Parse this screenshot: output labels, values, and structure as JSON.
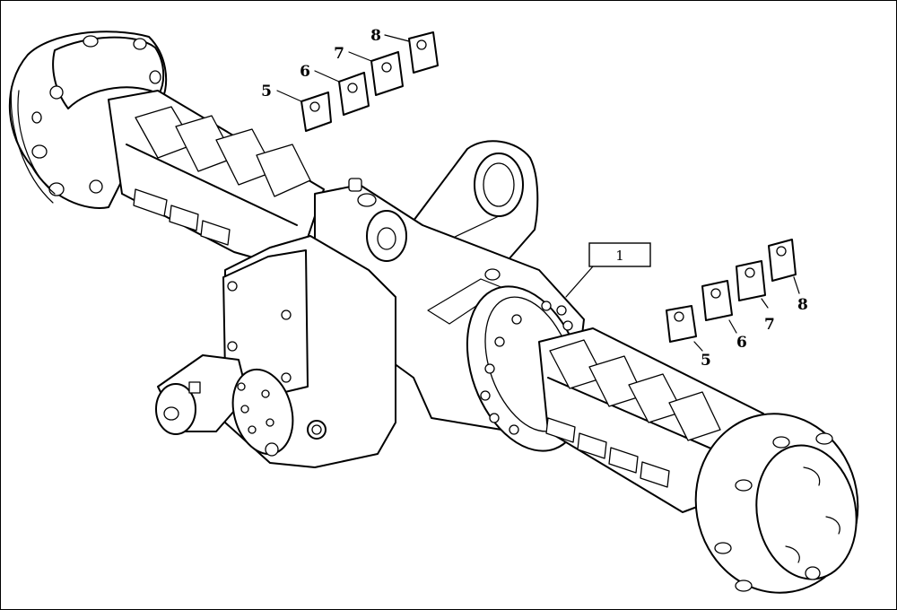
{
  "diagram": {
    "callouts": {
      "assembly": "1",
      "shim_5_top": "5",
      "shim_6_top": "6",
      "shim_7_top": "7",
      "shim_8_top": "8",
      "shim_5_right": "5",
      "shim_6_right": "6",
      "shim_7_right": "7",
      "shim_8_right": "8"
    }
  }
}
